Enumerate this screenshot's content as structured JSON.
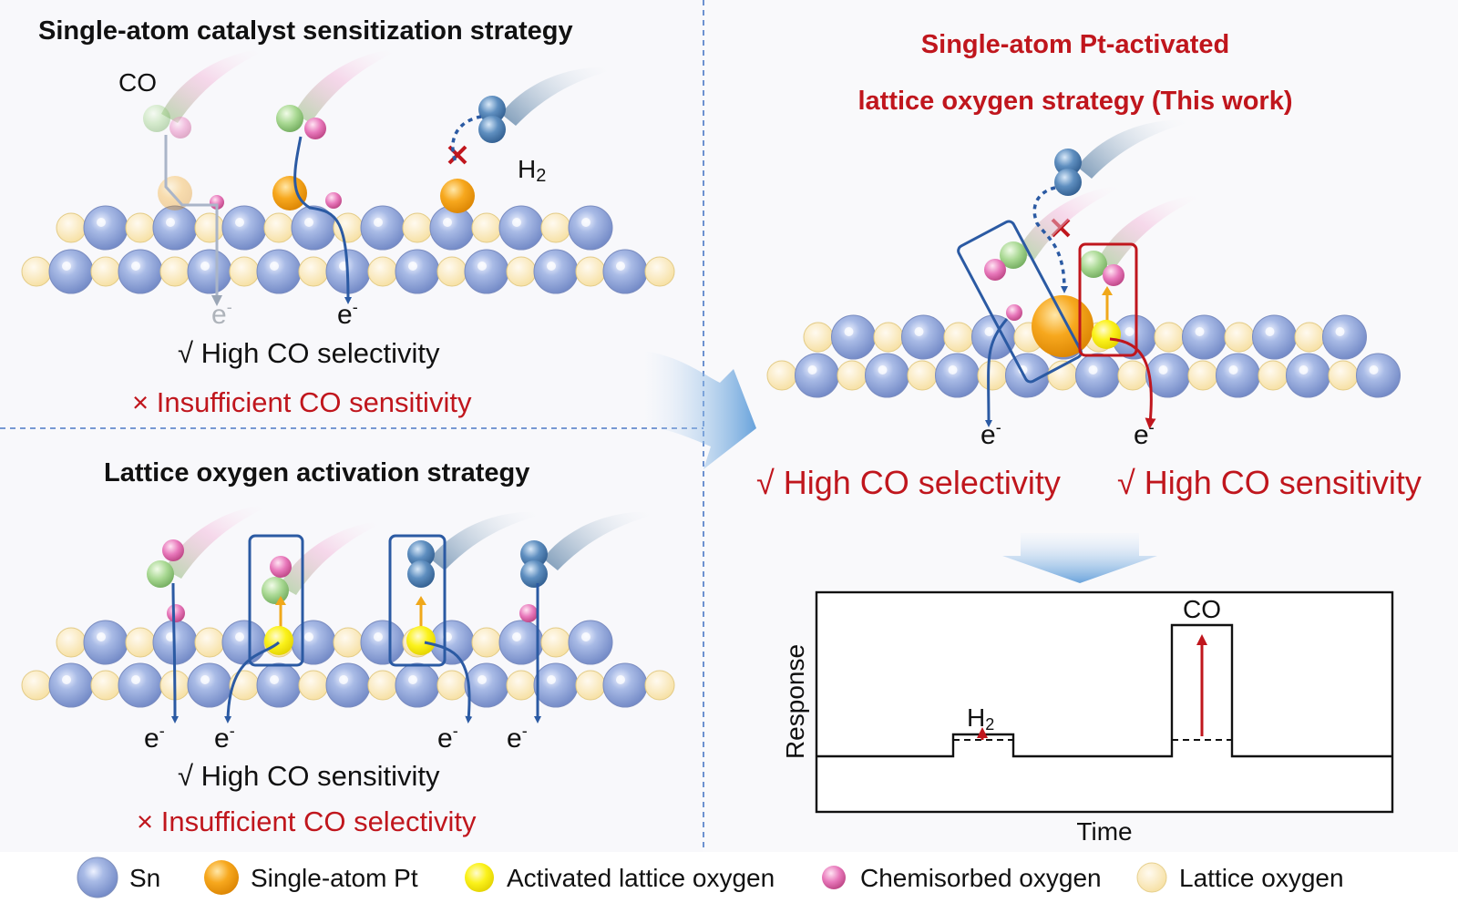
{
  "panels": {
    "top_left": {
      "title": "Single-atom catalyst sensitization strategy",
      "co_label": "CO",
      "h2_label": "H",
      "h2_sub": "2",
      "electron_labels": [
        "e",
        "e"
      ],
      "electron_sup": "-",
      "check_line": "√ High CO selectivity",
      "cross_line": "× Insufficient CO sensitivity"
    },
    "bottom_left": {
      "title": "Lattice oxygen activation strategy",
      "electron_labels": [
        "e",
        "e",
        "e",
        "e"
      ],
      "electron_sup": "-",
      "check_line": "√ High CO sensitivity",
      "cross_line": "× Insufficient CO selectivity"
    },
    "right": {
      "title_line1": "Single-atom Pt-activated",
      "title_line2": "lattice oxygen strategy (This work)",
      "electron_labels": [
        "e",
        "e"
      ],
      "electron_sup": "-",
      "result_left": "√ High CO selectivity",
      "result_right": "√ High CO sensitivity"
    }
  },
  "response_plot": {
    "ylabel": "Response",
    "xlabel": "Time",
    "peak_labels": {
      "h2": "H",
      "h2_sub": "2",
      "co": "CO"
    }
  },
  "legend": [
    {
      "label": "Sn",
      "icon": "sn-atom-icon"
    },
    {
      "label": "Single-atom Pt",
      "icon": "pt-atom-icon"
    },
    {
      "label": "Activated lattice oxygen",
      "icon": "activated-oxygen-icon"
    },
    {
      "label": "Chemisorbed oxygen",
      "icon": "chemisorbed-oxygen-icon"
    },
    {
      "label": "Lattice oxygen",
      "icon": "lattice-oxygen-icon"
    }
  ],
  "colors": {
    "sn": "#8ea4d6",
    "pt": "#f4a21c",
    "activated_oxygen": "#f9ef1c",
    "chemisorbed_oxygen": "#e56ab0",
    "lattice_oxygen": "#fbe9b5",
    "blue_arrow": "#2b5aa3",
    "red_accent": "#c0161d",
    "divider": "#4a78c6"
  }
}
